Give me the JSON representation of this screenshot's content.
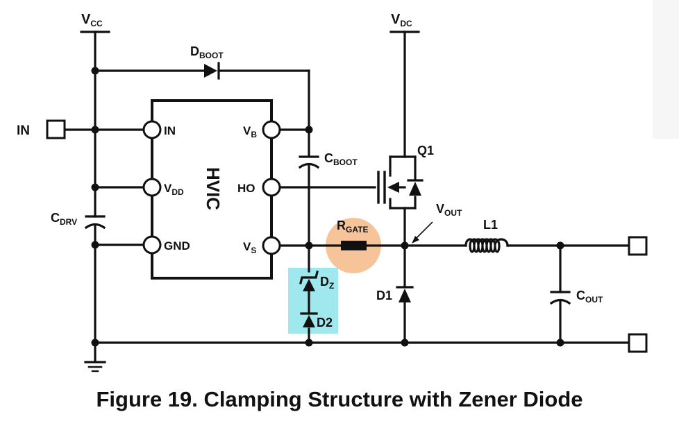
{
  "colors": {
    "zener_highlight": "#9FE8EE",
    "rgate_highlight": "#F7C49A",
    "wire": "#111111",
    "background": "#FFFFFF"
  },
  "labels": {
    "vcc": {
      "main": "V",
      "sub": "CC"
    },
    "vdc": {
      "main": "V",
      "sub": "DC"
    },
    "dboot": {
      "main": "D",
      "sub": "BOOT"
    },
    "in_terminal": "IN",
    "cboot": {
      "main": "C",
      "sub": "BOOT"
    },
    "q1": "Q1",
    "cdrv": {
      "main": "C",
      "sub": "DRV"
    },
    "rgate": {
      "main": "R",
      "sub": "GATE"
    },
    "vout": {
      "main": "V",
      "sub": "OUT"
    },
    "l1": "L1",
    "dz": {
      "main": "D",
      "sub": "Z"
    },
    "d2": "D2",
    "d1": "D1",
    "cout": {
      "main": "C",
      "sub": "OUT"
    }
  },
  "hvic": {
    "name": "HVIC",
    "pin_in": "IN",
    "pin_vdd": {
      "main": "V",
      "sub": "DD"
    },
    "pin_gnd": "GND",
    "pin_vb": {
      "main": "V",
      "sub": "B"
    },
    "pin_ho": "HO",
    "pin_vs": {
      "main": "V",
      "sub": "S"
    }
  },
  "caption": "Figure 19. Clamping Structure with Zener Diode"
}
